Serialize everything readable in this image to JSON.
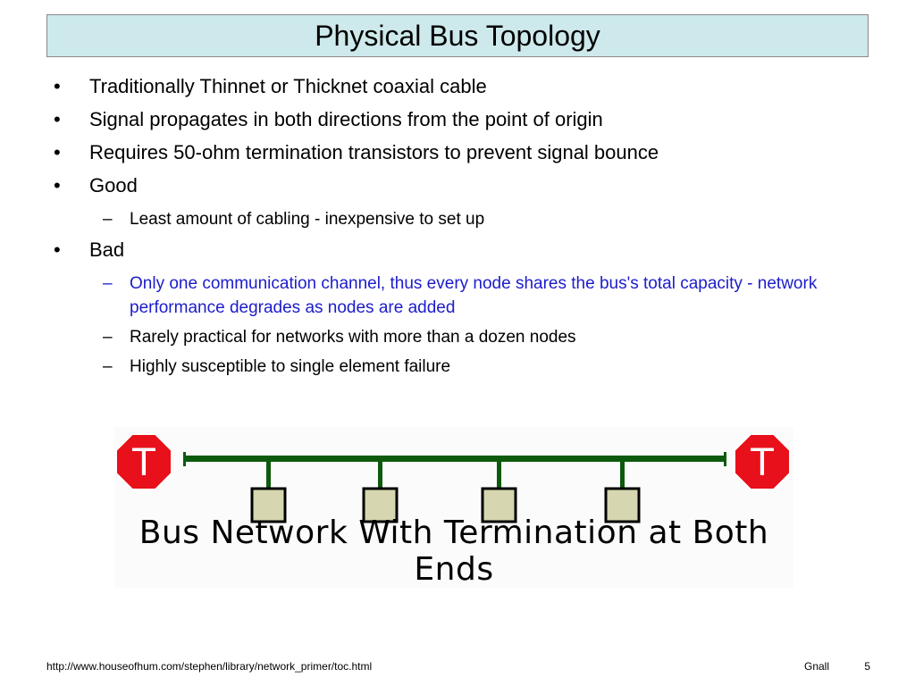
{
  "slide": {
    "title": "Physical Bus Topology",
    "bullets": [
      "Traditionally Thinnet or Thicknet coaxial cable",
      "Signal propagates in both directions from the point of origin",
      "Requires 50-ohm termination transistors to prevent signal bounce",
      "Good"
    ],
    "good_items": [
      "Least amount of cabling - inexpensive to set up"
    ],
    "bad_label": "Bad",
    "bad_items": [
      "Only one communication channel, thus every node shares the bus's total capacity - network performance degrades as nodes are added",
      "Rarely practical for networks with more than a dozen nodes",
      "Highly susceptible to single element failure"
    ],
    "bullet_glyph": "•",
    "dash_glyph": "–"
  },
  "diagram": {
    "terminator_label": "T",
    "caption": "Bus Network With Termination at Both Ends",
    "node_count": 4,
    "bus_color": "#0d5a0d",
    "terminator_color": "#e8101a",
    "node_fill": "#d6d6b0"
  },
  "footer": {
    "url": "http://www.houseofhum.com/stephen/library/network_primer/toc.html",
    "author": "Gnall",
    "page": "5"
  },
  "colors": {
    "title_bg": "#cde9ec",
    "highlight_text": "#1c1ccc"
  }
}
